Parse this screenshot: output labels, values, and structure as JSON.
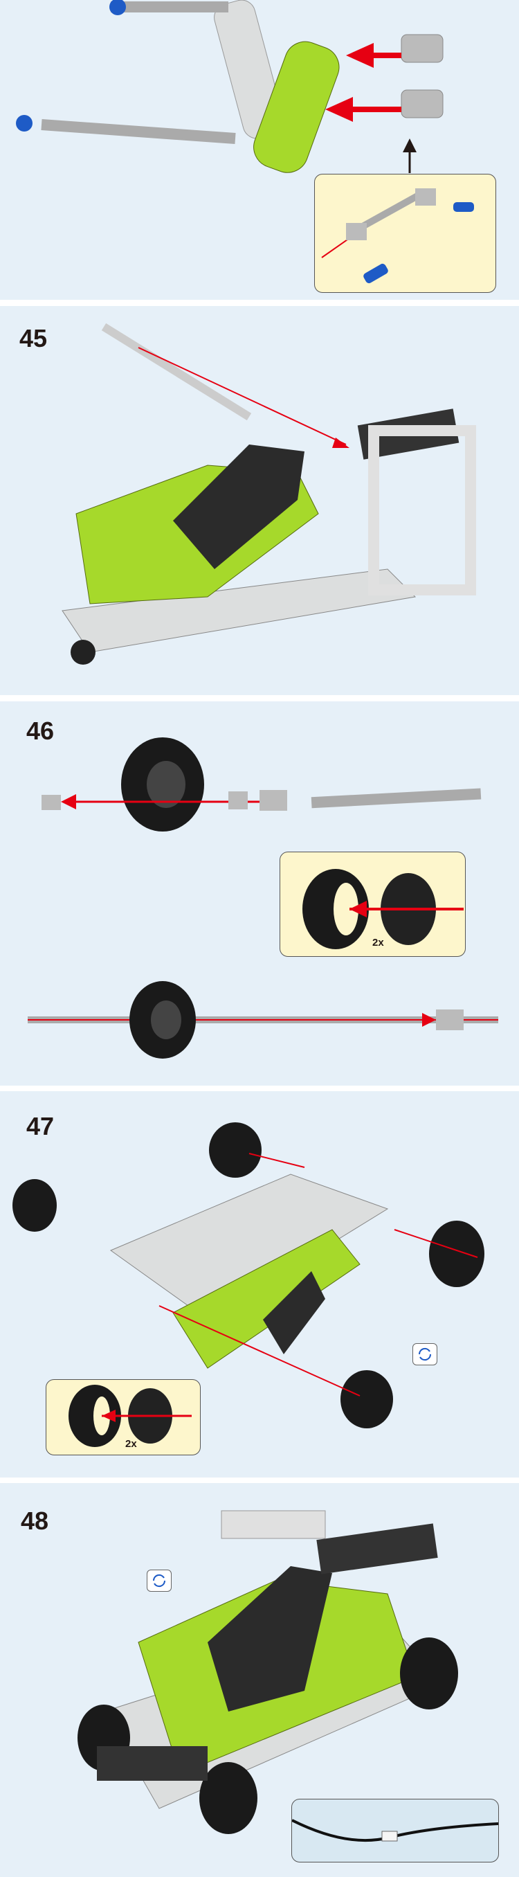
{
  "steps": [
    {
      "number": "45"
    },
    {
      "number": "46",
      "callout_multiplier": "2x"
    },
    {
      "number": "47",
      "callout_multiplier": "2x"
    },
    {
      "number": "48"
    }
  ],
  "colors": {
    "background": "#e6f0f8",
    "callout": "#fdf6cc",
    "arrow": "#e60012",
    "lime": "#a6d92b",
    "grey": "#bfc2c4"
  }
}
